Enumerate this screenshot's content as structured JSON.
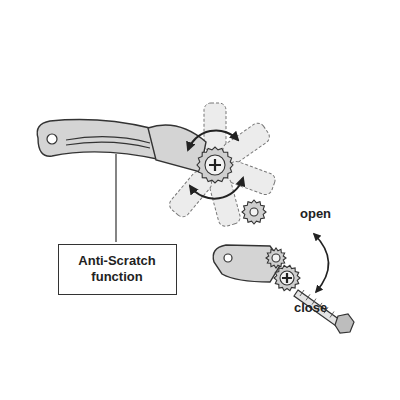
{
  "diagram": {
    "nodes": [
      {
        "text": [
          "Anti-Scratch function"
        ]
      }
    ],
    "labels": [
      "open",
      "close"
    ]
  }
}
